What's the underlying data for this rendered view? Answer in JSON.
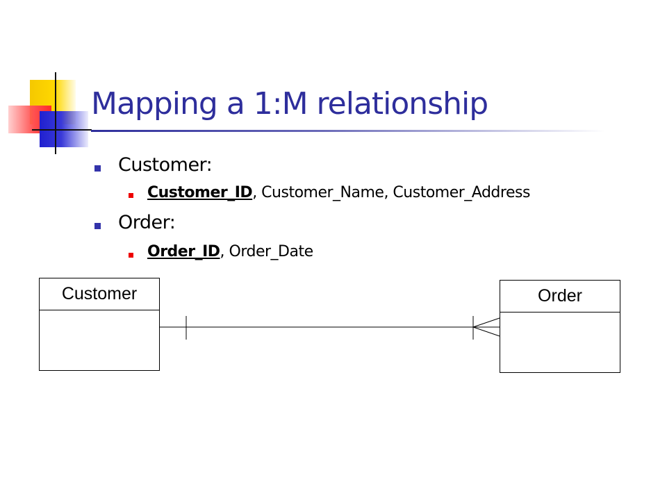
{
  "slide": {
    "title": "Mapping a 1:M relationship",
    "bullets": [
      {
        "label": "Customer:",
        "sub": {
          "pk": "Customer_ID",
          "rest": ", Customer_Name, Customer_Address"
        }
      },
      {
        "label": "Order:",
        "sub": {
          "pk": "Order_ID",
          "rest": ", Order_Date"
        }
      }
    ]
  },
  "diagram": {
    "entities": [
      {
        "name": "Customer"
      },
      {
        "name": "Order"
      }
    ],
    "relationship": {
      "left_cardinality": "one",
      "right_cardinality": "many"
    }
  },
  "colors": {
    "title": "#2e2e9c",
    "bullet_level1": "#3333aa",
    "bullet_level2": "#ee0000"
  }
}
